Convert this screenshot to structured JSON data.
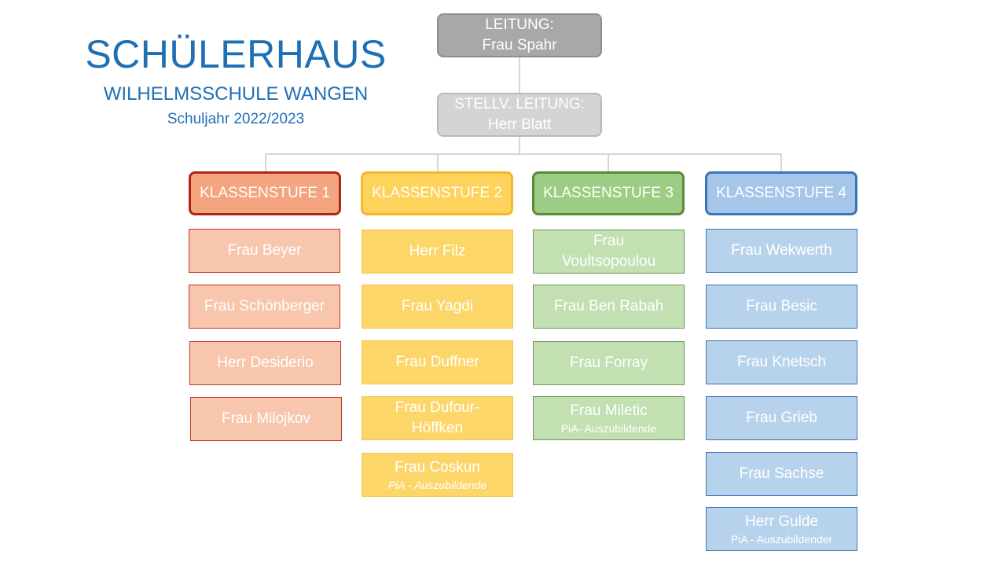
{
  "title": {
    "main": "SCHÜLERHAUS",
    "sub": "WILHELMSSCHULE WANGEN",
    "year": "Schuljahr 2022/2023"
  },
  "colors": {
    "title": "#1f6fb5",
    "stufe1": "#f4a57f",
    "stufe2": "#fdd35c",
    "stufe3": "#9dcc84",
    "stufe4": "#a5c6e8"
  },
  "leitung": {
    "label": "LEITUNG:",
    "name": "Frau Spahr"
  },
  "stellv": {
    "label": "STELLV. LEITUNG:",
    "name": "Herr Blatt"
  },
  "stufen": [
    {
      "label": "KLASSENSTUFE 1",
      "members": [
        {
          "name": "Frau Beyer"
        },
        {
          "name": "Frau Schönberger"
        },
        {
          "name": "Herr Desiderio"
        },
        {
          "name": "Frau Milojkov"
        }
      ]
    },
    {
      "label": "KLASSENSTUFE 2",
      "members": [
        {
          "name": "Herr Filz"
        },
        {
          "name": "Frau Yagdi"
        },
        {
          "name": "Frau Duffner"
        },
        {
          "name": "Frau Dufour-Höffken"
        },
        {
          "name": "Frau Coskun",
          "note": "PiA - Auszubildende"
        }
      ]
    },
    {
      "label": "KLASSENSTUFE 3",
      "members": [
        {
          "name": "Frau Voultsopoulou"
        },
        {
          "name": "Frau Ben Rabah"
        },
        {
          "name": "Frau Forray"
        },
        {
          "name": "Frau Miletic",
          "note": "PiA- Auszubildende"
        }
      ]
    },
    {
      "label": "KLASSENSTUFE 4",
      "members": [
        {
          "name": "Frau Wekwerth"
        },
        {
          "name": "Frau Besic"
        },
        {
          "name": "Frau Knetsch"
        },
        {
          "name": "Frau Grieb"
        },
        {
          "name": "Frau Sachse"
        },
        {
          "name": "Herr Gulde",
          "note": "PiA - Auszubildender"
        }
      ]
    }
  ]
}
